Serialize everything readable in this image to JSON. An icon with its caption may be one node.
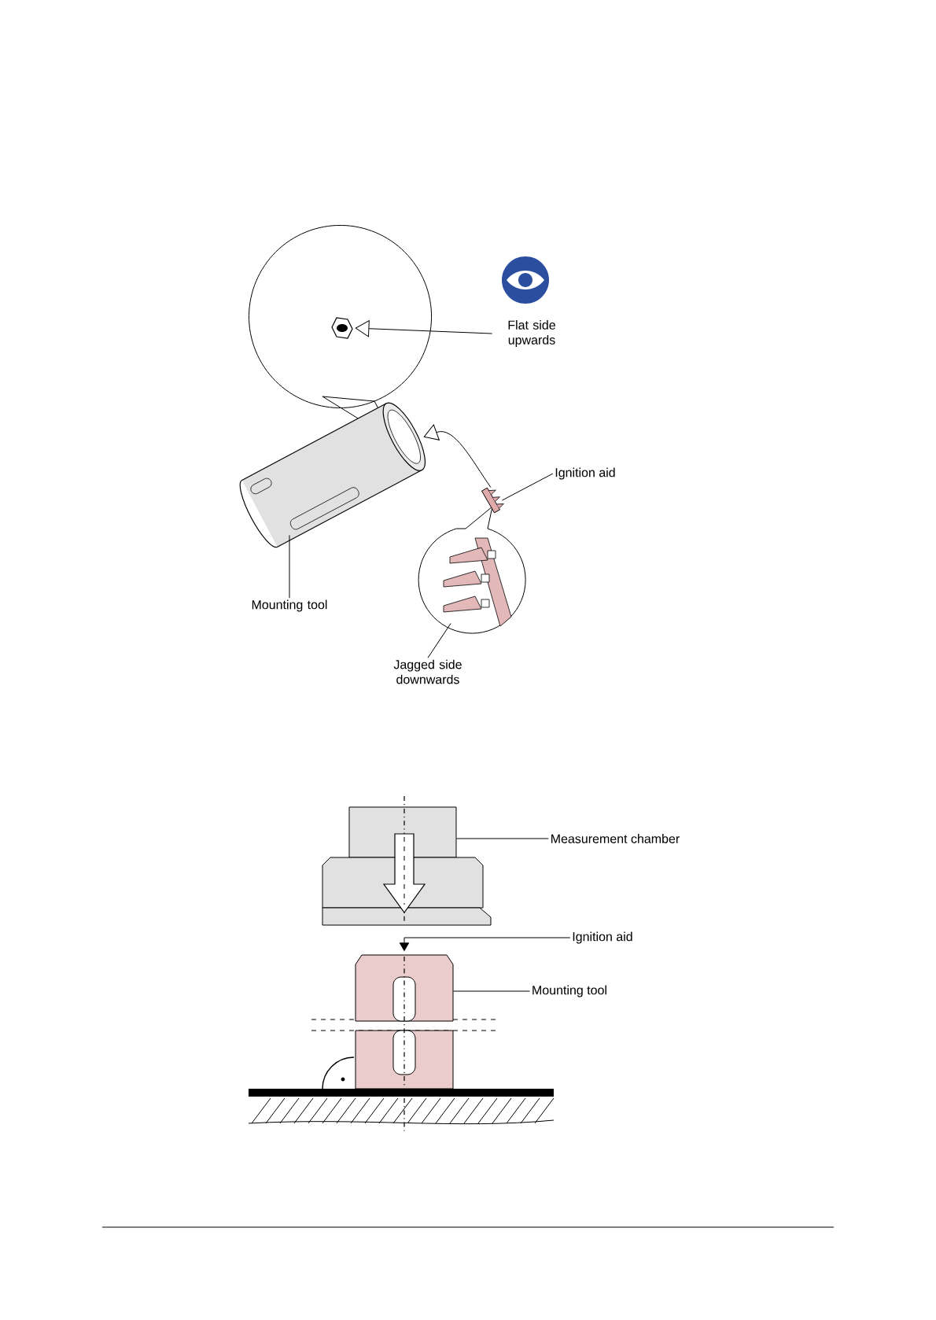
{
  "diagram": {
    "nodes": [
      {
        "text": [
          "Flat side upwards"
        ]
      },
      {
        "text": [],
        "shape": "picture"
      },
      {
        "text": [
          "Ignition aid"
        ]
      },
      {
        "text": [],
        "shape": "picture"
      },
      {
        "text": [
          "Mounting tool"
        ]
      },
      {
        "text": [],
        "shape": "picture"
      },
      {
        "text": [],
        "shape": "picture"
      },
      {
        "text": [
          "Jagged side downwards"
        ]
      },
      {
        "text": [
          "Measurement chamber"
        ]
      },
      {
        "text": [],
        "shape": "picture"
      },
      {
        "text": [
          "Ignition aid"
        ]
      },
      {
        "text": [],
        "shape": "triangle"
      },
      {
        "text": [
          "Mounting tool"
        ]
      },
      {
        "text": [],
        "shape": "picture"
      }
    ],
    "edges": [
      {
        "from": 0,
        "to": 1,
        "arrow": "to"
      },
      {
        "from": 2,
        "to": 3,
        "arrow": "none"
      },
      {
        "from": 3,
        "to": 5,
        "arrow": "to"
      },
      {
        "from": 4,
        "to": 5,
        "arrow": "none"
      },
      {
        "from": 7,
        "to": 6,
        "arrow": "none"
      },
      {
        "from": 8,
        "to": 9,
        "arrow": "none"
      },
      {
        "from": 10,
        "to": 11,
        "arrow": "none"
      },
      {
        "from": 12,
        "to": 13,
        "arrow": "none"
      }
    ]
  }
}
